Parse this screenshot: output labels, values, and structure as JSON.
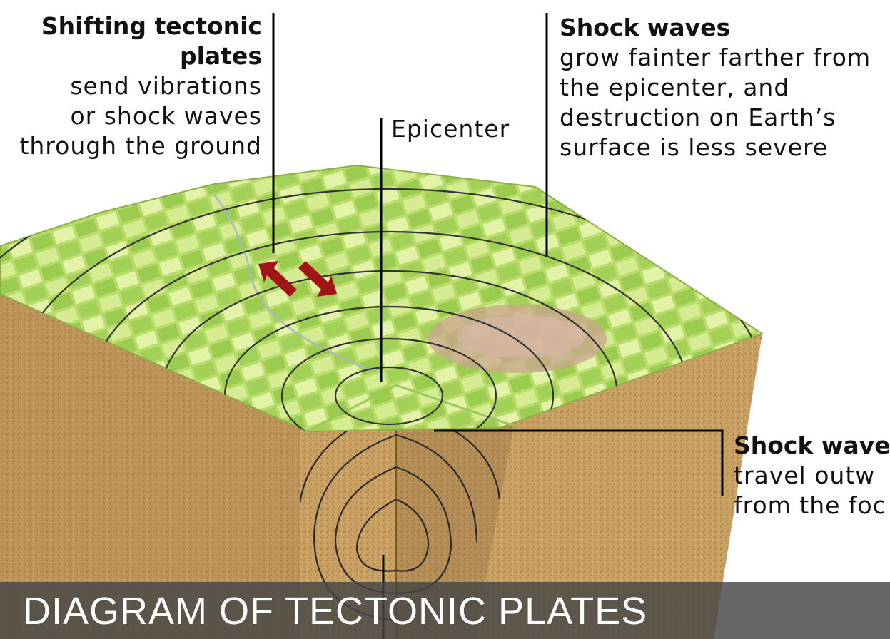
{
  "labels": {
    "plates": {
      "title_line1": "Shifting tectonic",
      "title_line2": "plates",
      "body": [
        "send vibrations",
        "or shock waves",
        "through the ground"
      ]
    },
    "epicenter": "Epicenter",
    "waves_surface": {
      "title": "Shock waves",
      "body": [
        "grow fainter farther from",
        "the epicenter, and",
        "destruction on Earth’s",
        "surface is less severe"
      ]
    },
    "waves_focus": {
      "title": "Shock wave",
      "body": [
        "travel outw",
        "from the foc"
      ]
    }
  },
  "banner": {
    "title": "DIAGRAM OF TECTONIC PLATES"
  },
  "colors": {
    "surface": "#b8dc6a",
    "field_light": "#dcef9a",
    "field_dark": "#8cc63f",
    "soil": "#c9a064",
    "soil_dark": "#a67c3f",
    "arrow": "#a3141a",
    "town": "#c9a48f"
  }
}
